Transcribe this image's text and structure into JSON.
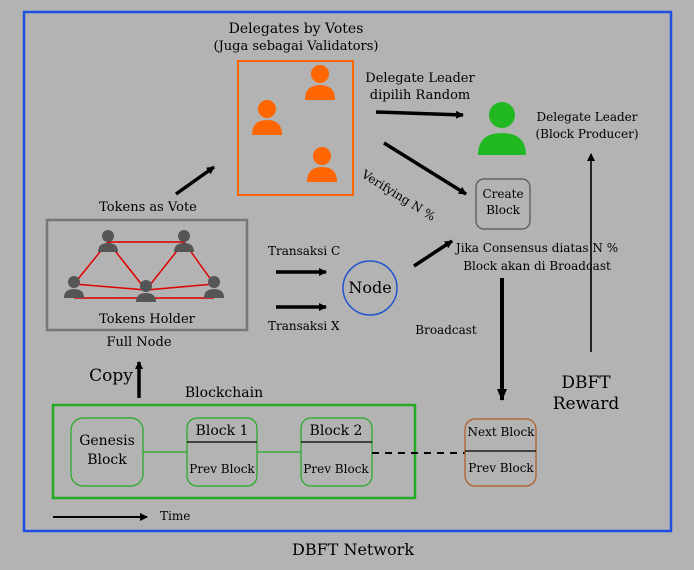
{
  "network_label": "DBFT Network",
  "delegates": {
    "title_line1": "Delegates by Votes",
    "title_line2": "(Juga sebagai Validators)"
  },
  "delegate_leader": {
    "line1": "Delegate Leader",
    "line2": "(Block Producer)"
  },
  "leader_random": {
    "line1": "Delegate Leader",
    "line2": "dipilih Random"
  },
  "verifying": "Verifying N %",
  "create_block": {
    "line1": "Create",
    "line2": "Block"
  },
  "tokens_as_vote": "Tokens as Vote",
  "tokens_holder": "Tokens Holder",
  "full_node": "Full Node",
  "transaksi_c": "Transaksi C",
  "transaksi_x": "Transaksi X",
  "node": "Node",
  "consensus": {
    "line1": "Jika Consensus diatas N %",
    "line2": "Block akan di Broadcast"
  },
  "broadcast": "Broadcast",
  "reward": {
    "line1": "DBFT",
    "line2": "Reward"
  },
  "copy": "Copy",
  "blockchain": {
    "title": "Blockchain",
    "genesis": {
      "line1": "Genesis",
      "line2": "Block"
    },
    "block1": {
      "title": "Block 1",
      "prev": "Prev Block"
    },
    "block2": {
      "title": "Block 2",
      "prev": "Prev Block"
    }
  },
  "next_block": {
    "title": "Next Block",
    "prev": "Prev Block"
  },
  "time": "Time",
  "colors": {
    "background": "#b3b3b3",
    "network_border": "#1f4fe0",
    "delegate_orange": "#ff6600",
    "leader_green": "#22b822",
    "holder_gray": "#555555",
    "edge_red": "#e00000",
    "blockchain_green": "#22aa22",
    "node_blue": "#2255cc",
    "next_block_brown": "#b05a20"
  }
}
